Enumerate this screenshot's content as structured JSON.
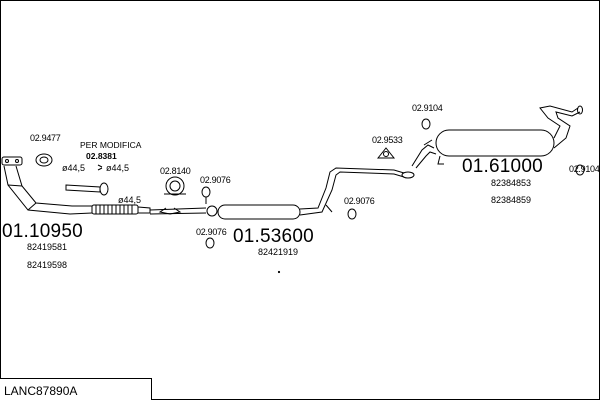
{
  "drawing": {
    "code": "LANC87890A"
  },
  "modification_note": {
    "line1": "PER MODIFICA",
    "line2": "02.8381"
  },
  "diameters": {
    "d1": "ø44,5",
    "d2": "ø44,5",
    "d3": "ø44,5"
  },
  "parts": {
    "front_pipe": {
      "number": "01.10950",
      "refs": [
        "82419581",
        "82419598"
      ]
    },
    "middle_silencer": {
      "number": "01.53600",
      "refs": [
        "82421919"
      ]
    },
    "rear_silencer": {
      "number": "01.61000",
      "refs": [
        "82384853",
        "82384859"
      ]
    }
  },
  "accessories": {
    "gasket_front": "02.9477",
    "clamp_front": "02.8140",
    "hanger_a": "02.9076",
    "hanger_b": "02.9076",
    "hanger_c": "02.9076",
    "gasket_rear": "02.9533",
    "hanger_top": "02.9104",
    "hanger_right": "02.9104"
  }
}
